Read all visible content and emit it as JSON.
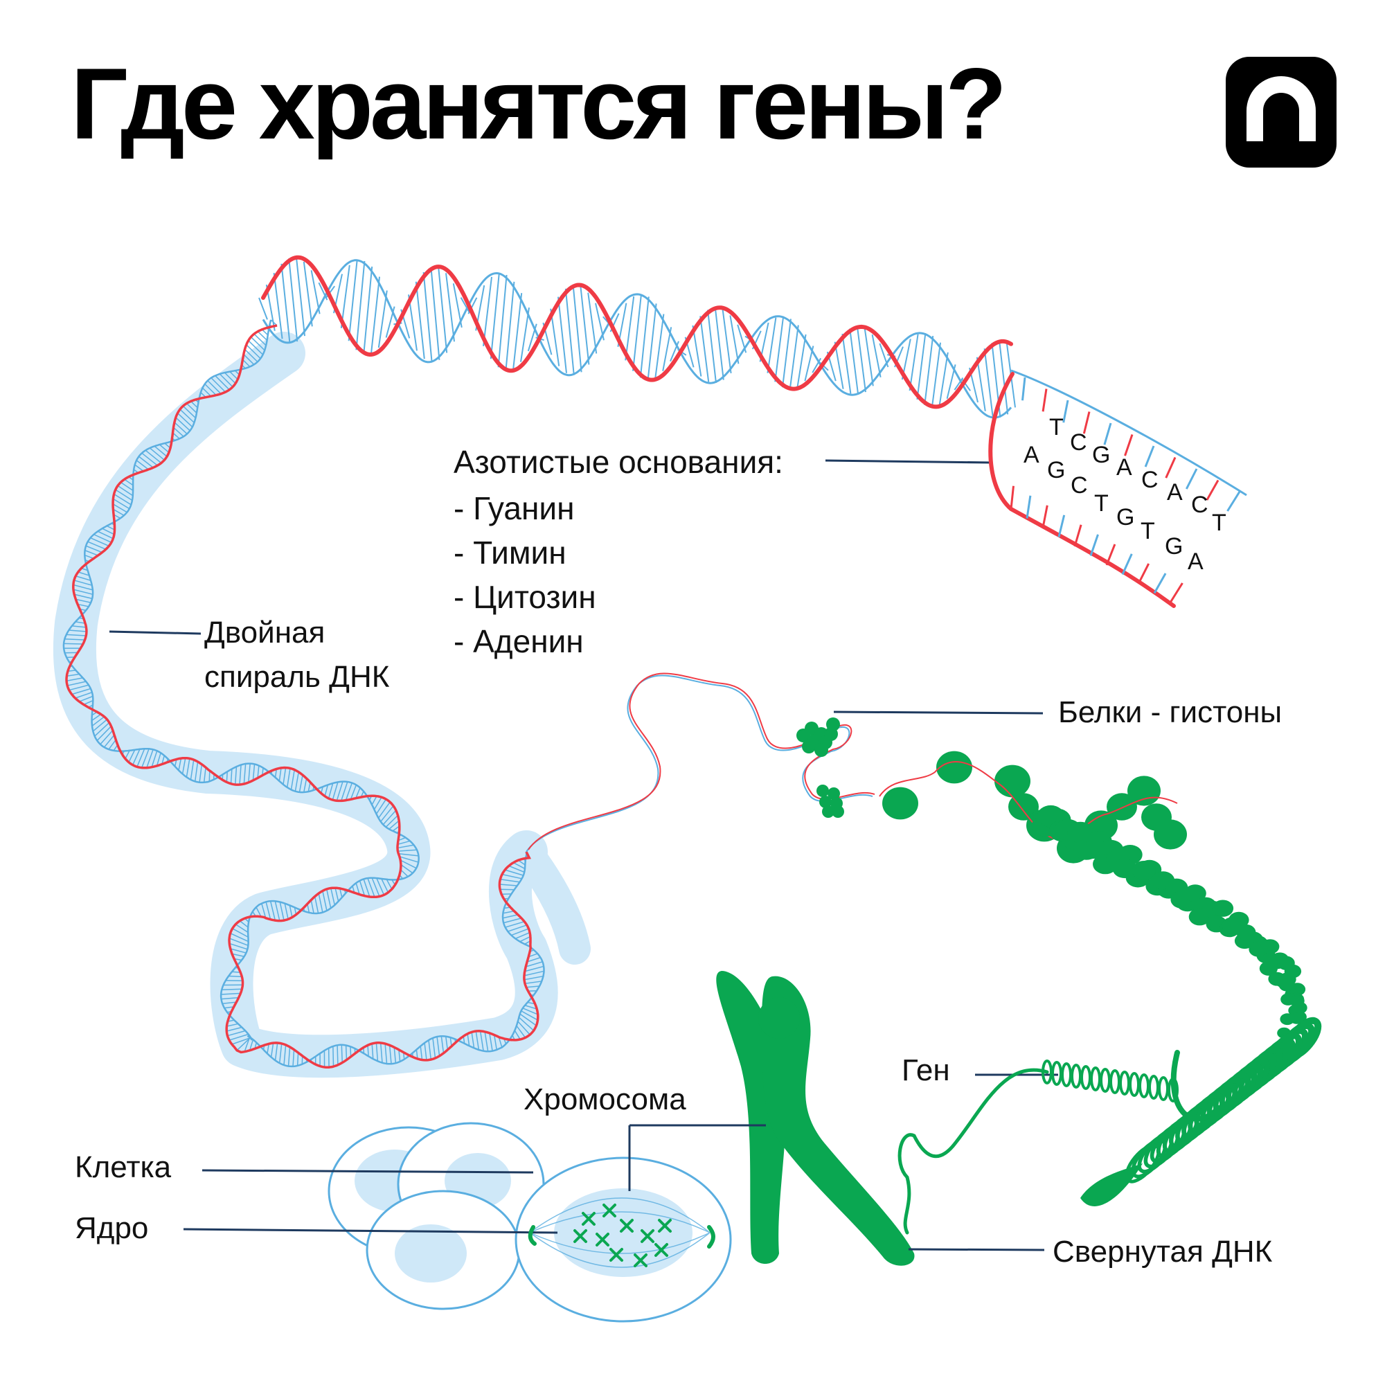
{
  "title": "Где хранятся гены?",
  "logo": {
    "icon": "arch-n-icon",
    "background": "#000000",
    "foreground": "#ffffff"
  },
  "colors": {
    "dna_red": "#ef3b45",
    "dna_blue": "#5aaee0",
    "shade": "#cfe8f8",
    "green": "#0aa751",
    "line": "#1e3a5f"
  },
  "labels": {
    "nitrogen_bases": "Азотистые основания:",
    "double_helix_line1": "Двойная",
    "double_helix_line2": "спираль ДНК",
    "histones": "Белки - гистоны",
    "gene": "Ген",
    "chromosome": "Хромосома",
    "cell": "Клетка",
    "nucleus": "Ядро",
    "coiled_dna": "Свернутая ДНК"
  },
  "bases_list": [
    "- Гуанин",
    "- Тимин",
    "- Цитозин",
    "- Аденин"
  ],
  "strand_top": [
    "T",
    "C",
    "G",
    "A",
    "C",
    "A",
    "C",
    "T"
  ],
  "strand_bottom": [
    "A",
    "G",
    "C",
    "T",
    "G",
    "T",
    "G",
    "A"
  ]
}
